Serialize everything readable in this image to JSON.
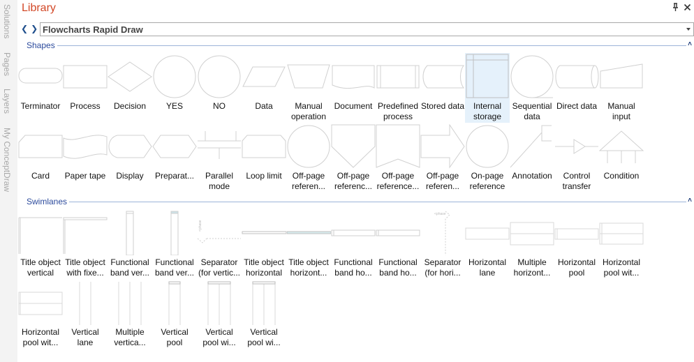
{
  "side_tabs": [
    {
      "label": "Solutions"
    },
    {
      "label": "Pages"
    },
    {
      "label": "Layers"
    },
    {
      "label": "My ConceptDraw"
    }
  ],
  "header": {
    "title": "Library",
    "pin_icon": "pin-icon",
    "close_icon": "close-icon"
  },
  "nav": {
    "back_icon": "chevron-left-icon",
    "forward_icon": "chevron-right-icon",
    "back": "❮",
    "forward": "❯"
  },
  "library_select": {
    "value": "Flowcharts Rapid Draw"
  },
  "sections": {
    "shapes": {
      "label": "Shapes",
      "items": [
        {
          "label1": "Terminator",
          "label2": ""
        },
        {
          "label1": "Process",
          "label2": ""
        },
        {
          "label1": "Decision",
          "label2": ""
        },
        {
          "label1": "YES",
          "label2": ""
        },
        {
          "label1": "NO",
          "label2": ""
        },
        {
          "label1": "Data",
          "label2": ""
        },
        {
          "label1": "Manual",
          "label2": "operation"
        },
        {
          "label1": "Document",
          "label2": ""
        },
        {
          "label1": "Predefined",
          "label2": "process"
        },
        {
          "label1": "Stored data",
          "label2": ""
        },
        {
          "label1": "Internal",
          "label2": "storage"
        },
        {
          "label1": "Sequential",
          "label2": "data"
        },
        {
          "label1": "Direct data",
          "label2": ""
        },
        {
          "label1": "Manual",
          "label2": "input"
        },
        {
          "label1": "Card",
          "label2": ""
        },
        {
          "label1": "Paper tape",
          "label2": ""
        },
        {
          "label1": "Display",
          "label2": ""
        },
        {
          "label1": "Preparat...",
          "label2": ""
        },
        {
          "label1": "Parallel",
          "label2": "mode"
        },
        {
          "label1": "Loop limit",
          "label2": ""
        },
        {
          "label1": "Off-page",
          "label2": "referen..."
        },
        {
          "label1": "Off-page",
          "label2": "referenc..."
        },
        {
          "label1": "Off-page",
          "label2": "reference..."
        },
        {
          "label1": "Off-page",
          "label2": "referen..."
        },
        {
          "label1": "On-page",
          "label2": "reference"
        },
        {
          "label1": "Annotation",
          "label2": ""
        },
        {
          "label1": "Control",
          "label2": "transfer"
        },
        {
          "label1": "Condition",
          "label2": ""
        }
      ]
    },
    "swimlanes": {
      "label": "Swimlanes",
      "items": [
        {
          "label1": "Title object",
          "label2": "vertical"
        },
        {
          "label1": "Title object",
          "label2": "with fixe..."
        },
        {
          "label1": "Functional",
          "label2": "band ver..."
        },
        {
          "label1": "Functional",
          "label2": "band ver..."
        },
        {
          "label1": "Separator",
          "label2": "(for vertic..."
        },
        {
          "label1": "Title object",
          "label2": "horizontal"
        },
        {
          "label1": "Title object",
          "label2": "horizont..."
        },
        {
          "label1": "Functional",
          "label2": "band ho..."
        },
        {
          "label1": "Functional",
          "label2": "band ho..."
        },
        {
          "label1": "Separator",
          "label2": "(for hori..."
        },
        {
          "label1": "Horizontal",
          "label2": "lane"
        },
        {
          "label1": "Multiple",
          "label2": "horizont..."
        },
        {
          "label1": "Horizontal",
          "label2": "pool"
        },
        {
          "label1": "Horizontal",
          "label2": "pool wit..."
        },
        {
          "label1": "Horizontal",
          "label2": "pool wit..."
        },
        {
          "label1": "Vertical",
          "label2": "lane"
        },
        {
          "label1": "Multiple",
          "label2": "vertica..."
        },
        {
          "label1": "Vertical",
          "label2": "pool"
        },
        {
          "label1": "Vertical",
          "label2": "pool wi..."
        },
        {
          "label1": "Vertical",
          "label2": "pool wi..."
        }
      ]
    }
  },
  "selected_item": "Internal storage",
  "colors": {
    "title": "#d24726",
    "section": "#2b4a9c",
    "selection": "#e5f1fb"
  }
}
